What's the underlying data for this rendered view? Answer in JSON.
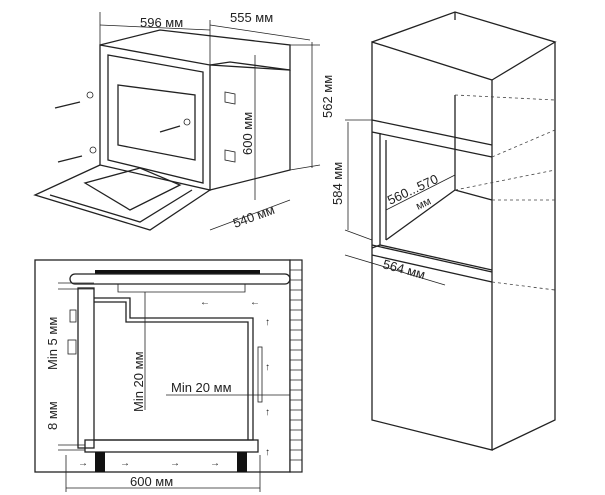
{
  "oven_dimensions": {
    "width": "596 мм",
    "depth": "555 мм",
    "height": "562 мм",
    "front_height": "600 мм",
    "body_depth": "540 мм"
  },
  "cabinet_dimensions": {
    "niche_height": "584 мм",
    "niche_width": "560...570",
    "niche_width_unit": "мм",
    "niche_depth": "564 мм"
  },
  "section_dimensions": {
    "top_gap": "Min 5 мм",
    "back_gap_vertical": "Min 20 мм",
    "back_gap": "Min 20 мм",
    "bottom_gap": "8 мм",
    "depth": "600 мм"
  }
}
